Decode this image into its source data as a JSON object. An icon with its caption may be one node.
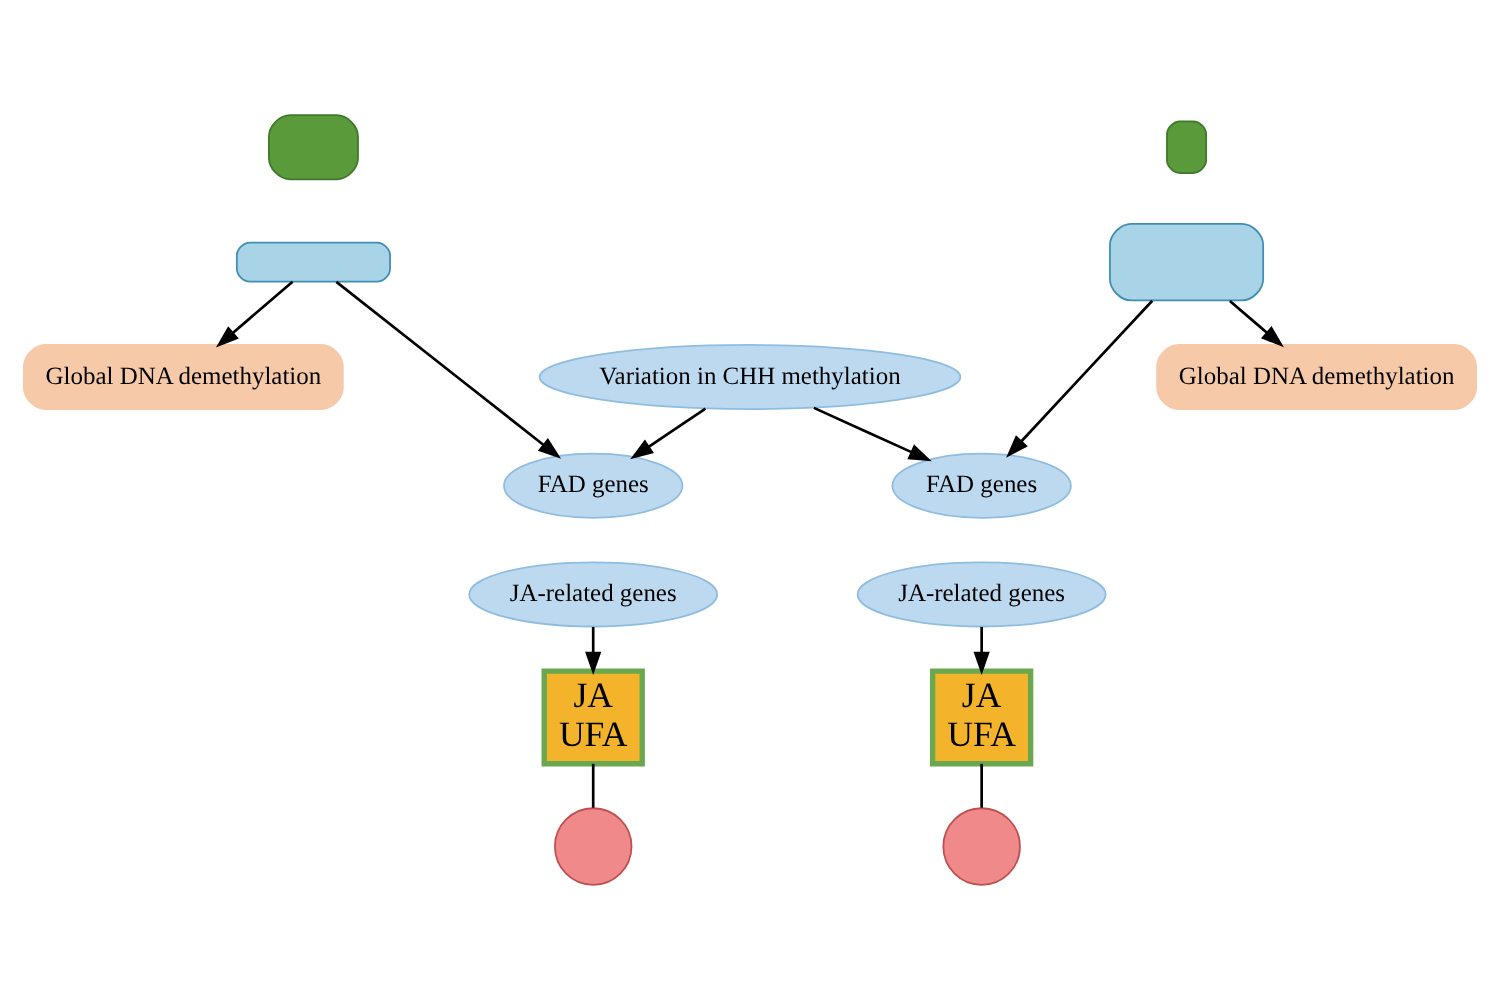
{
  "diagram": {
    "nodes": [
      {
        "text": [],
        "shape": "box"
      },
      {
        "text": [],
        "shape": "box"
      },
      {
        "text": [
          "Global DNA demethylation"
        ]
      },
      {
        "text": [
          "Variation in CHH methylation"
        ]
      },
      {
        "text": [],
        "shape": "box"
      },
      {
        "text": [],
        "shape": "box"
      },
      {
        "text": [
          "Global DNA demethylation"
        ]
      },
      {
        "text": [
          "FAD genes"
        ]
      },
      {
        "text": [
          "JA-related genes"
        ]
      },
      {
        "text": [
          "FAD genes"
        ]
      },
      {
        "text": [
          "JA-related genes"
        ]
      },
      {
        "text": [
          "JA",
          "UFA"
        ]
      },
      {
        "text": [],
        "shape": "circle"
      },
      {
        "text": [
          "JA",
          "UFA"
        ]
      },
      {
        "text": [],
        "shape": "circle"
      }
    ],
    "edges": [
      {
        "from": 1,
        "to": 2,
        "arrow": "to"
      },
      {
        "from": 1,
        "to": 7,
        "arrow": "to"
      },
      {
        "from": 3,
        "to": 7,
        "arrow": "to"
      },
      {
        "from": 5,
        "to": 6,
        "arrow": "to"
      },
      {
        "from": 5,
        "to": 9,
        "arrow": "to"
      },
      {
        "from": 3,
        "to": 9,
        "arrow": "to"
      },
      {
        "from": 8,
        "to": 11,
        "arrow": "to"
      },
      {
        "from": 11,
        "to": 12,
        "arrow": "none"
      },
      {
        "from": 10,
        "to": 13,
        "arrow": "to"
      },
      {
        "from": 13,
        "to": 14,
        "arrow": "none"
      }
    ]
  }
}
